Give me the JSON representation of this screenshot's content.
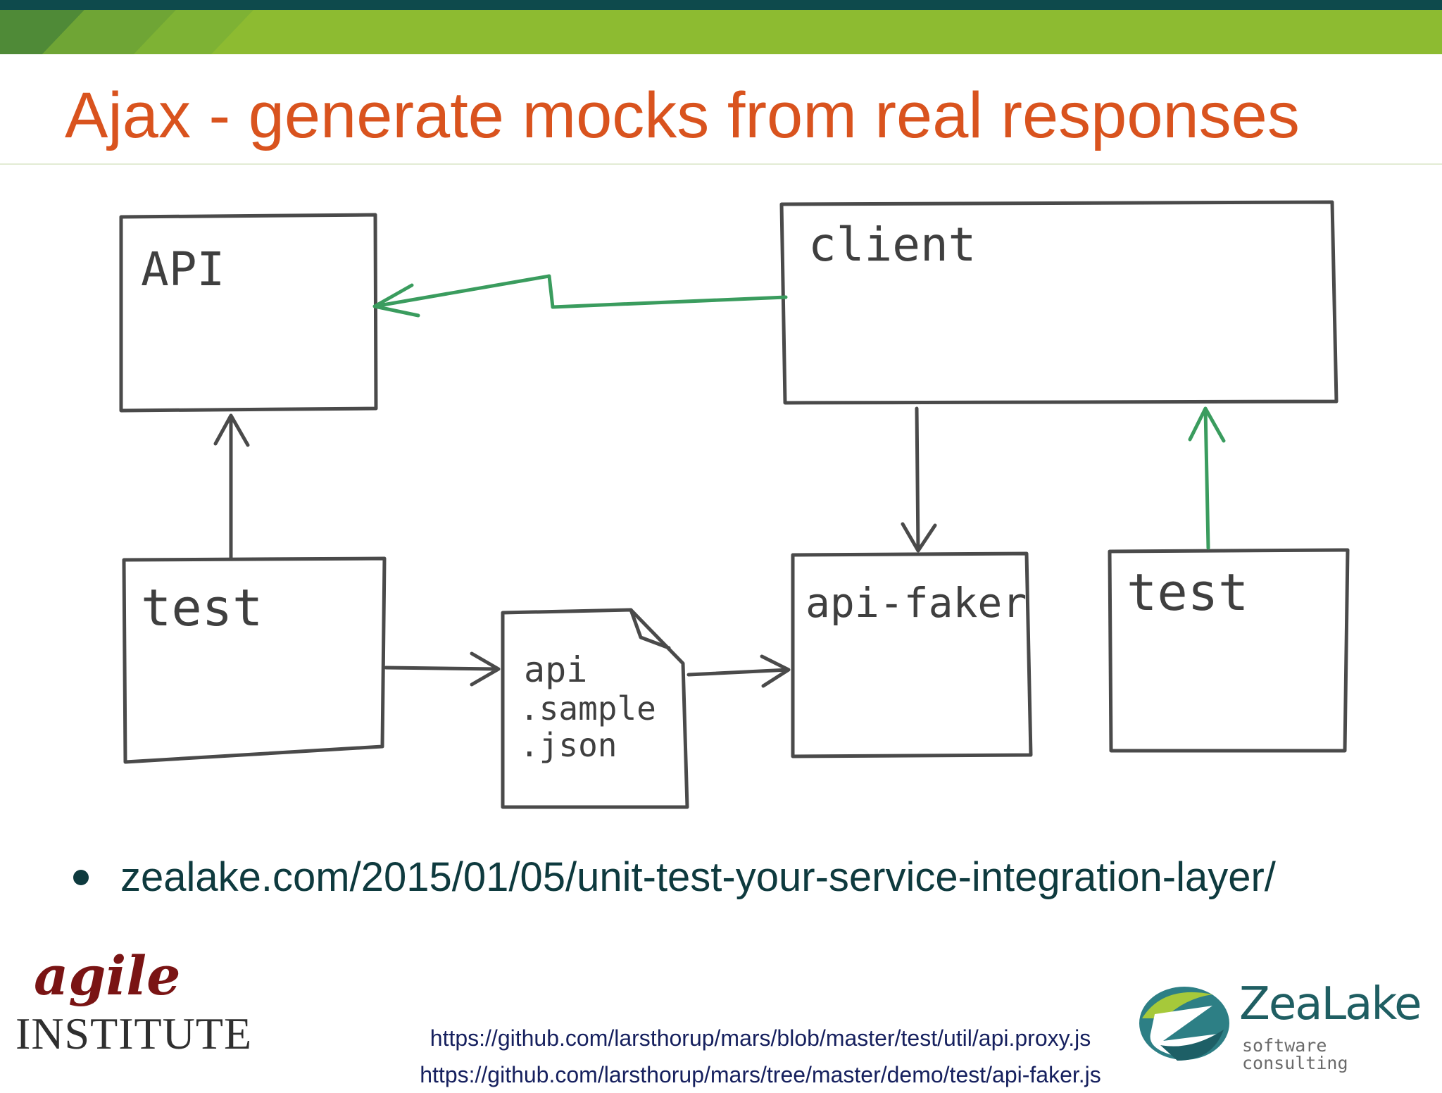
{
  "slide": {
    "title": "Ajax - generate mocks from real responses",
    "colors": {
      "title": "#d9531e",
      "band_dark": "#0e4a4c",
      "band_green": "#8dbb31",
      "accent_green": "#3a9c5e",
      "text_dark": "#0e3a3e"
    }
  },
  "diagram": {
    "nodes": {
      "api": "API",
      "client": "client",
      "test_left": "test",
      "api_faker": "api-faker",
      "test_right": "test",
      "sample_file": [
        "api",
        ".sample",
        ".json"
      ]
    }
  },
  "bullet": "zealake.com/2015/01/05/unit-test-your-service-integration-layer/",
  "footer": {
    "agile_logo": {
      "word1": "agile",
      "word2": "INSTITUTE"
    },
    "links": [
      "https://github.com/larsthorup/mars/blob/master/test/util/api.proxy.js",
      "https://github.com/larsthorup/mars/tree/master/demo/test/api-faker.js"
    ],
    "zealake_logo": {
      "name": "ZeaLake",
      "tagline": "software consulting"
    }
  }
}
